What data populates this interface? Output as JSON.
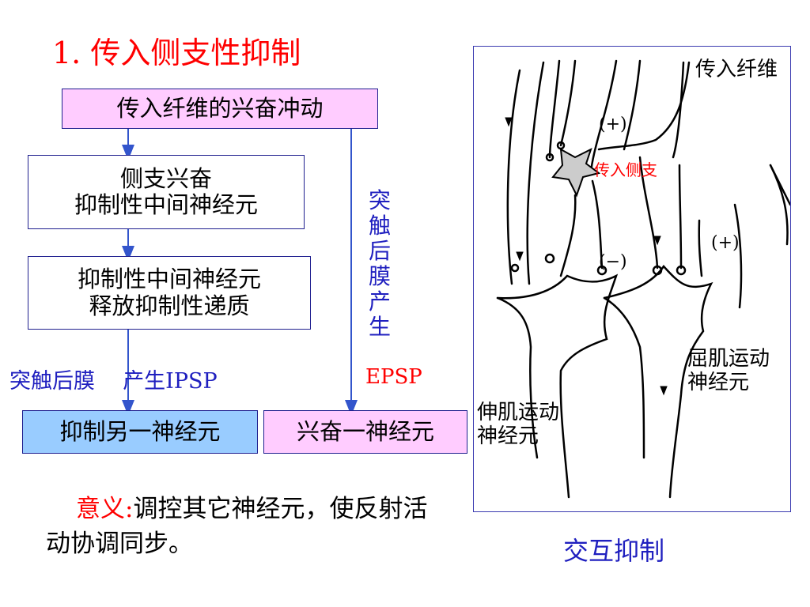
{
  "title": "1. 传入侧支性抑制",
  "flow": {
    "top_box": "传入纤维的兴奋冲动",
    "box2_line1": "侧支兴奋",
    "box2_line2": "抑制性中间神经元",
    "box3_line1": "抑制性中间神经元",
    "box3_line2": "释放抑制性递质",
    "ipsp_label_a": "突触后膜",
    "ipsp_label_b": "产生IPSP",
    "epsp_vertical": [
      "突",
      "触",
      "后",
      "膜",
      "产",
      "生"
    ],
    "epsp_label": "EPSP",
    "inhibit_box": "抑制另一神经元",
    "excite_box": "兴奋一神经元"
  },
  "meaning": {
    "label": "意义:",
    "text": "调控其它神经元，使反射活动协调同步。"
  },
  "figure": {
    "afferent_fiber": "传入纤维",
    "afferent_collateral": "传入侧支",
    "plus_top": "(+)",
    "plus_right": "(+)",
    "minus": "(−)",
    "flexor_line1": "屈肌运动",
    "flexor_line2": "神经元",
    "extensor_line1": "伸肌运动",
    "extensor_line2": "神经元",
    "caption": "交互抑制"
  },
  "colors": {
    "title": "#ff0000",
    "label_blue": "#1f1fbf",
    "box_pink": "#ffccff",
    "box_blue": "#99ccff",
    "arrow": "#3355cc"
  }
}
